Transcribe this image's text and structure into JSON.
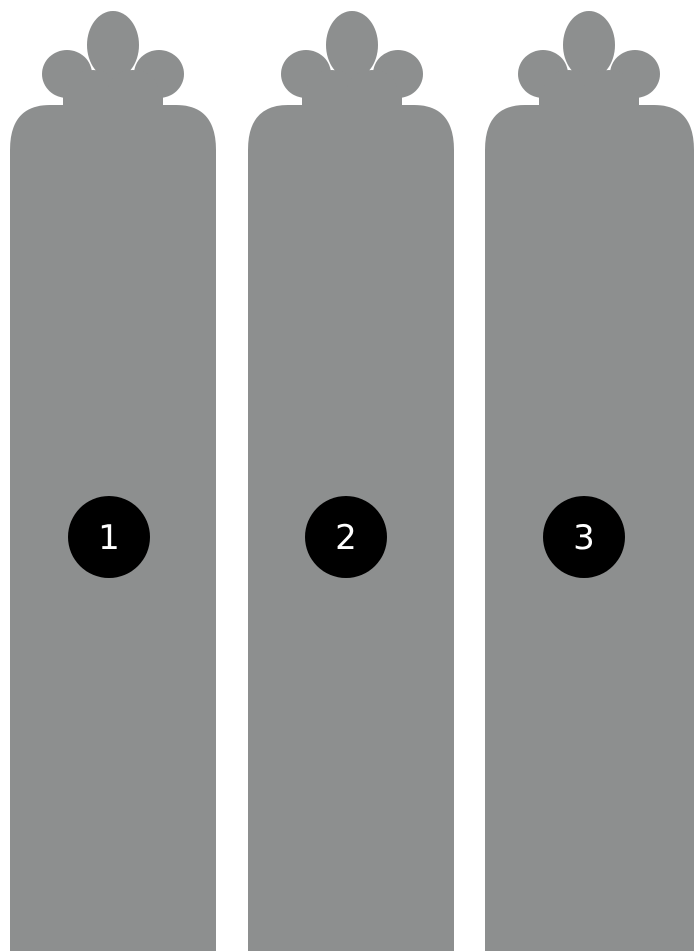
{
  "colors": {
    "background": "#ffffff",
    "panel": "#8d8f8f",
    "badge": "#000000",
    "badge_text": "#ffffff"
  },
  "panels": [
    {
      "label": "1",
      "icon": "flower-crown-icon"
    },
    {
      "label": "2",
      "icon": "flower-crown-icon"
    },
    {
      "label": "3",
      "icon": "flower-crown-icon"
    }
  ]
}
